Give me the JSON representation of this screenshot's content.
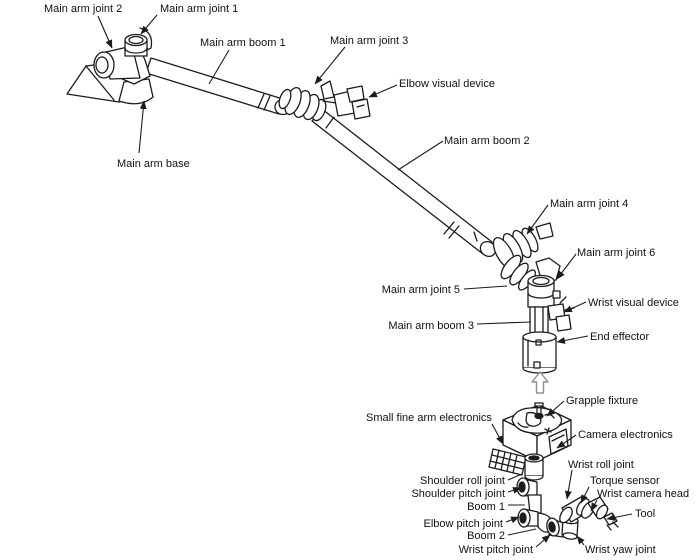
{
  "figure": {
    "labels": {
      "main_arm_joint_1": "Main arm joint 1",
      "main_arm_joint_2": "Main arm joint 2",
      "main_arm_joint_3": "Main arm joint 3",
      "main_arm_joint_4": "Main arm joint 4",
      "main_arm_joint_5": "Main arm joint 5",
      "main_arm_joint_6": "Main arm joint 6",
      "main_arm_boom_1": "Main arm boom 1",
      "main_arm_boom_2": "Main arm boom 2",
      "main_arm_boom_3": "Main arm boom 3",
      "main_arm_base": "Main arm base",
      "elbow_visual_device": "Elbow visual device",
      "wrist_visual_device": "Wrist visual device",
      "end_effector": "End effector",
      "grapple_fixture": "Grapple fixture",
      "small_fine_arm_electronics": "Small fine arm electronics",
      "camera_electronics": "Camera electronics",
      "shoulder_roll_joint": "Shoulder roll joint",
      "shoulder_pitch_joint": "Shoulder pitch joint",
      "sfa_boom_1": "Boom 1",
      "elbow_pitch_joint": "Elbow pitch joint",
      "sfa_boom_2": "Boom 2",
      "wrist_pitch_joint": "Wrist pitch joint",
      "wrist_roll_joint": "Wrist roll joint",
      "torque_sensor": "Torque sensor",
      "wrist_camera_head": "Wrist camera head",
      "wrist_yaw_joint": "Wrist yaw joint",
      "tool": "Tool"
    },
    "colors": {
      "ink": "#1c1c1c",
      "background": "#ffffff",
      "transfer_arrow": "#8f8f8f"
    }
  }
}
